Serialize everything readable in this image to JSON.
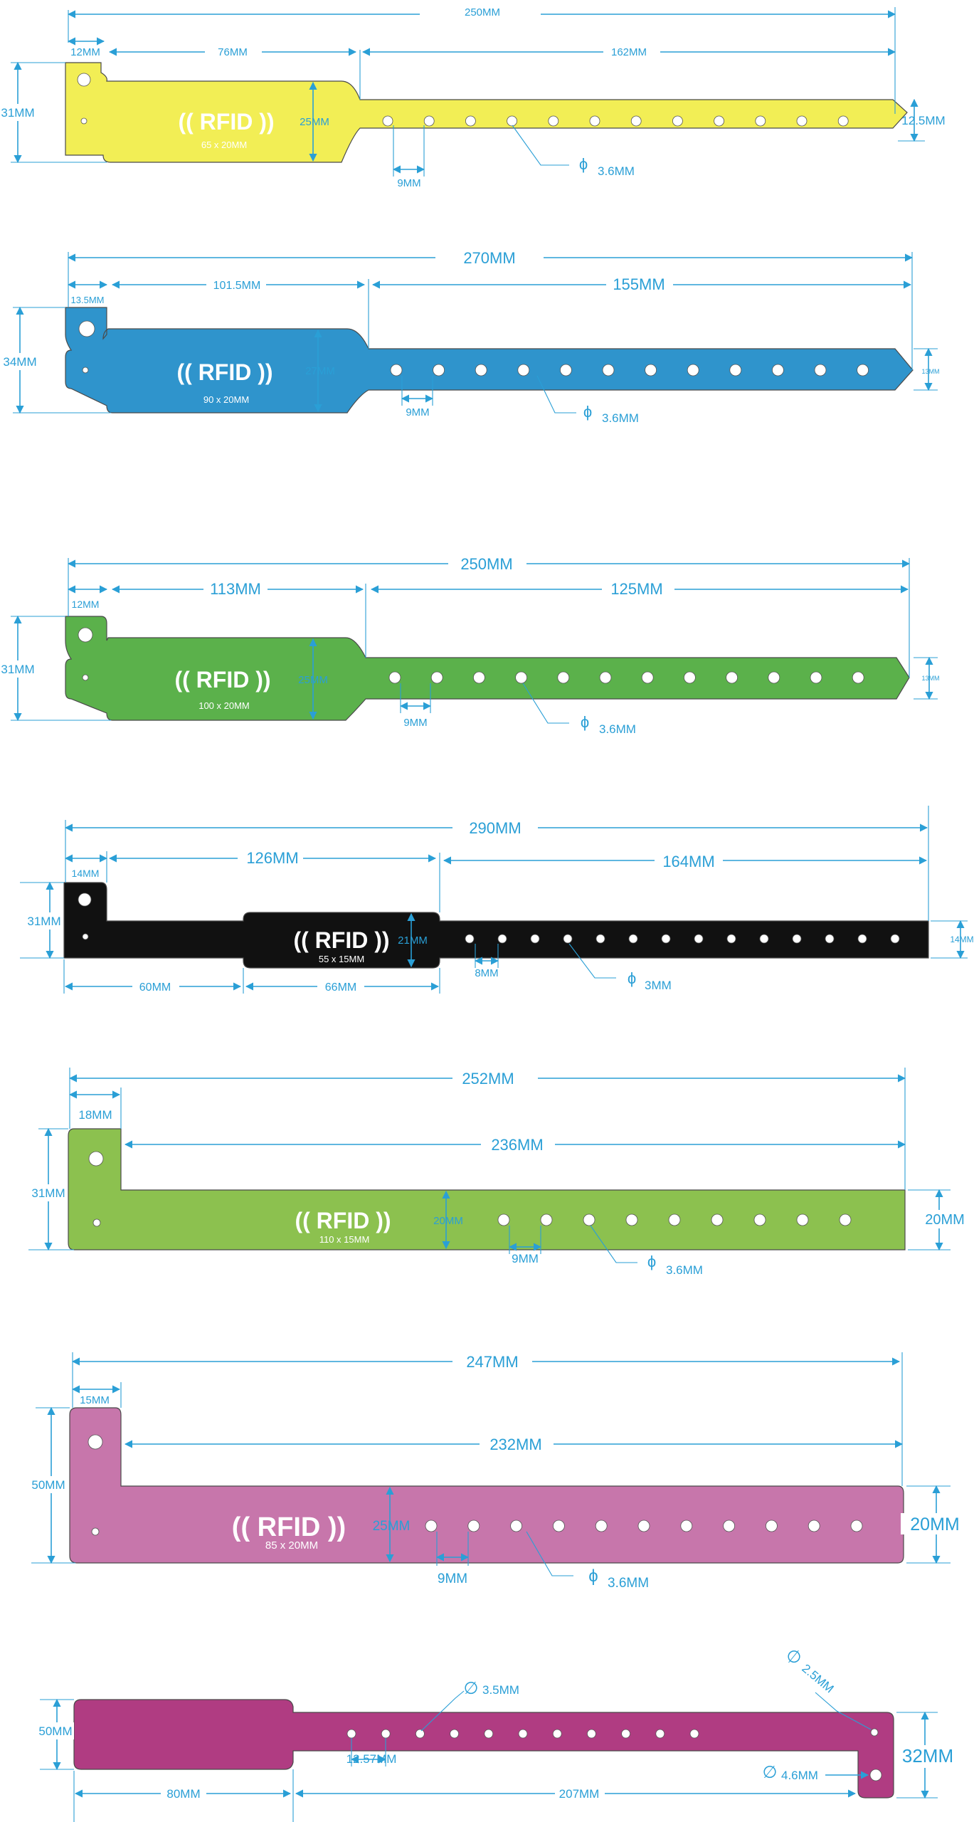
{
  "colors": {
    "dimension": "#2a9fd6",
    "band_yellow": "#f2ee55",
    "band_blue": "#2f94cc",
    "band_green": "#5bb14b",
    "band_black": "#111111",
    "band_lime": "#8cc14f",
    "band_pink": "#c776ab",
    "band_magenta": "#b03c82"
  },
  "rfid_logo_text": "RFID",
  "bands": [
    {
      "id": "yellow",
      "color": "#f2ee55",
      "overall": "250MM",
      "tab_width": "12MM",
      "head_length": "76MM",
      "strap_length": "162MM",
      "height": "31MM",
      "head_height": "25MM",
      "strap_height": "12.5MM",
      "hole_spacing": "9MM",
      "hole_diameter": "3.6MM",
      "rfid_size": "65 x 20MM",
      "holes": 12
    },
    {
      "id": "blue",
      "color": "#2f94cc",
      "overall": "270MM",
      "tab_width": "13.5MM",
      "head_length": "101.5MM",
      "strap_length": "155MM",
      "height": "34MM",
      "head_height": "27MM",
      "strap_height": "13MM",
      "hole_spacing": "9MM",
      "hole_diameter": "3.6MM",
      "rfid_size": "90 x 20MM",
      "holes": 12
    },
    {
      "id": "green",
      "color": "#5bb14b",
      "overall": "250MM",
      "tab_width": "12MM",
      "head_length": "113MM",
      "strap_length": "125MM",
      "height": "31MM",
      "head_height": "25MM",
      "strap_height": "13MM",
      "hole_spacing": "9MM",
      "hole_diameter": "3.6MM",
      "rfid_size": "100 x 20MM",
      "holes": 12
    },
    {
      "id": "black",
      "color": "#111111",
      "overall": "290MM",
      "tab_width": "14MM",
      "head_length": "126MM",
      "strap_length": "164MM",
      "height": "31MM",
      "head_height": "21MM",
      "strap_height": "14MM",
      "hole_spacing": "8MM",
      "hole_diameter": "3MM",
      "rfid_size": "55 x 15MM",
      "bottom_left": "60MM",
      "bottom_right": "66MM",
      "holes": 14
    },
    {
      "id": "lime",
      "color": "#8cc14f",
      "overall": "252MM",
      "tab_width": "18MM",
      "strap_length": "236MM",
      "height": "31MM",
      "head_height": "20MM",
      "strap_height": "20MM",
      "hole_spacing": "9MM",
      "hole_diameter": "3.6MM",
      "rfid_size": "110 x 15MM",
      "holes": 9
    },
    {
      "id": "pink",
      "color": "#c776ab",
      "overall": "247MM",
      "tab_width": "15MM",
      "strap_length": "232MM",
      "height": "50MM",
      "head_height": "25MM",
      "strap_height": "20MM",
      "hole_spacing": "9MM",
      "hole_diameter": "3.6MM",
      "rfid_size": "85 x 20MM",
      "holes": 11
    },
    {
      "id": "magenta",
      "color": "#b03c82",
      "height": "50MM",
      "right_height": "32MM",
      "head_length": "80MM",
      "strap_length": "207MM",
      "hole_spacing": "12.57MM",
      "hole_diameter": "3.5MM",
      "hole_diameter_small": "2.5MM",
      "hole_diameter_large": "4.6MM",
      "holes": 11
    }
  ]
}
